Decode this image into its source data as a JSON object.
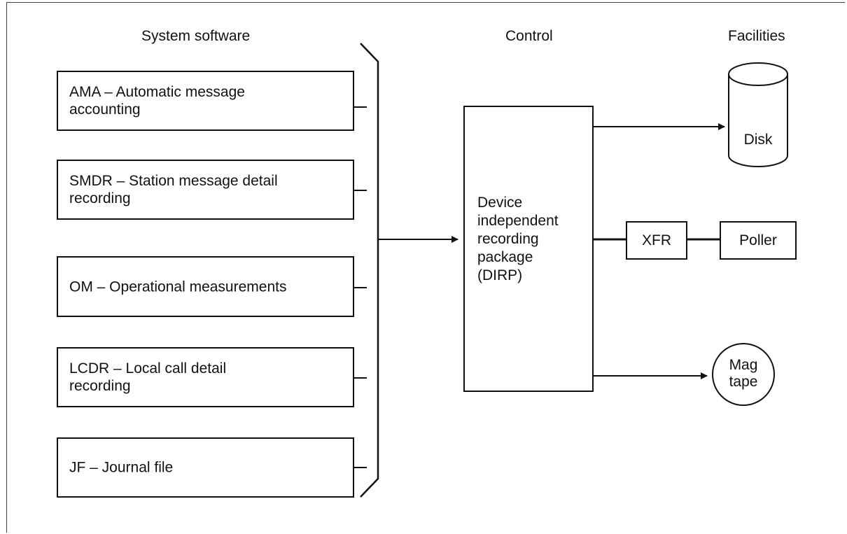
{
  "headings": {
    "system_software": "System software",
    "control": "Control",
    "facilities": "Facilities"
  },
  "system_software": {
    "items": [
      {
        "line1": "AMA – Automatic message",
        "line2": "accounting"
      },
      {
        "line1": "SMDR – Station message detail",
        "line2": "recording"
      },
      {
        "line1": "OM – Operational measurements",
        "line2": ""
      },
      {
        "line1": "LCDR – Local call detail",
        "line2": "recording"
      },
      {
        "line1": "JF – Journal file",
        "line2": ""
      }
    ]
  },
  "control": {
    "dirp_lines": [
      "Device",
      "independent",
      "recording",
      "package",
      "(DIRP)"
    ]
  },
  "facilities": {
    "disk": "Disk",
    "xfr": "XFR",
    "poller": "Poller",
    "mag_tape_line1": "Mag",
    "mag_tape_line2": "tape"
  }
}
